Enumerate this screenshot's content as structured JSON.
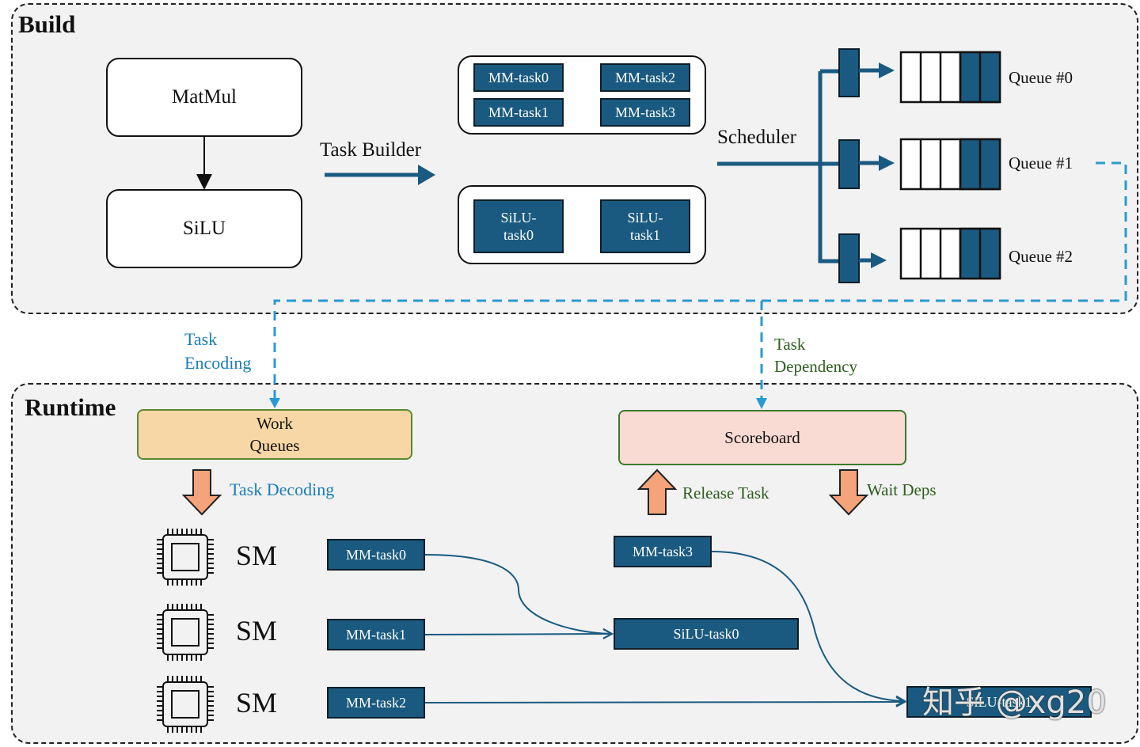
{
  "build": {
    "title": "Build",
    "matmul_label": "MatMul",
    "silu_label": "SiLU",
    "task_builder_label": "Task Builder",
    "scheduler_label": "Scheduler",
    "mm_tasks": [
      "MM-task0",
      "MM-task2",
      "MM-task1",
      "MM-task3"
    ],
    "silu_tasks": [
      "SiLU-\ntask0",
      "SiLU-\ntask1"
    ],
    "queues": [
      "Queue #0",
      "Queue #1",
      "Queue #2"
    ]
  },
  "links": {
    "task_encoding": "Task\nEncoding",
    "task_dependency": "Task\nDependency"
  },
  "runtime": {
    "title": "Runtime",
    "work_queues_label": "Work\nQueues",
    "scoreboard_label": "Scoreboard",
    "task_decoding_label": "Task Decoding",
    "release_task_label": "Release Task",
    "wait_deps_label": "Wait Deps",
    "sm_labels": [
      "SM",
      "SM",
      "SM"
    ],
    "tasks": {
      "mm_task0": "MM-task0",
      "mm_task1": "MM-task1",
      "mm_task2": "MM-task2",
      "mm_task3": "MM-task3",
      "silu_task0": "SiLU-task0",
      "silu_task1": "SiLU-task1"
    }
  },
  "watermark": "知乎 @xg20",
  "colors": {
    "task_fill": "#1a5a80",
    "arrow_blue": "#1a5a80",
    "dashed_link": "#2a9ad0",
    "work_queue_fill": "#f8d7a6",
    "scoreboard_fill": "#f9dbd3",
    "orange_arrow": "#f4a37a"
  }
}
